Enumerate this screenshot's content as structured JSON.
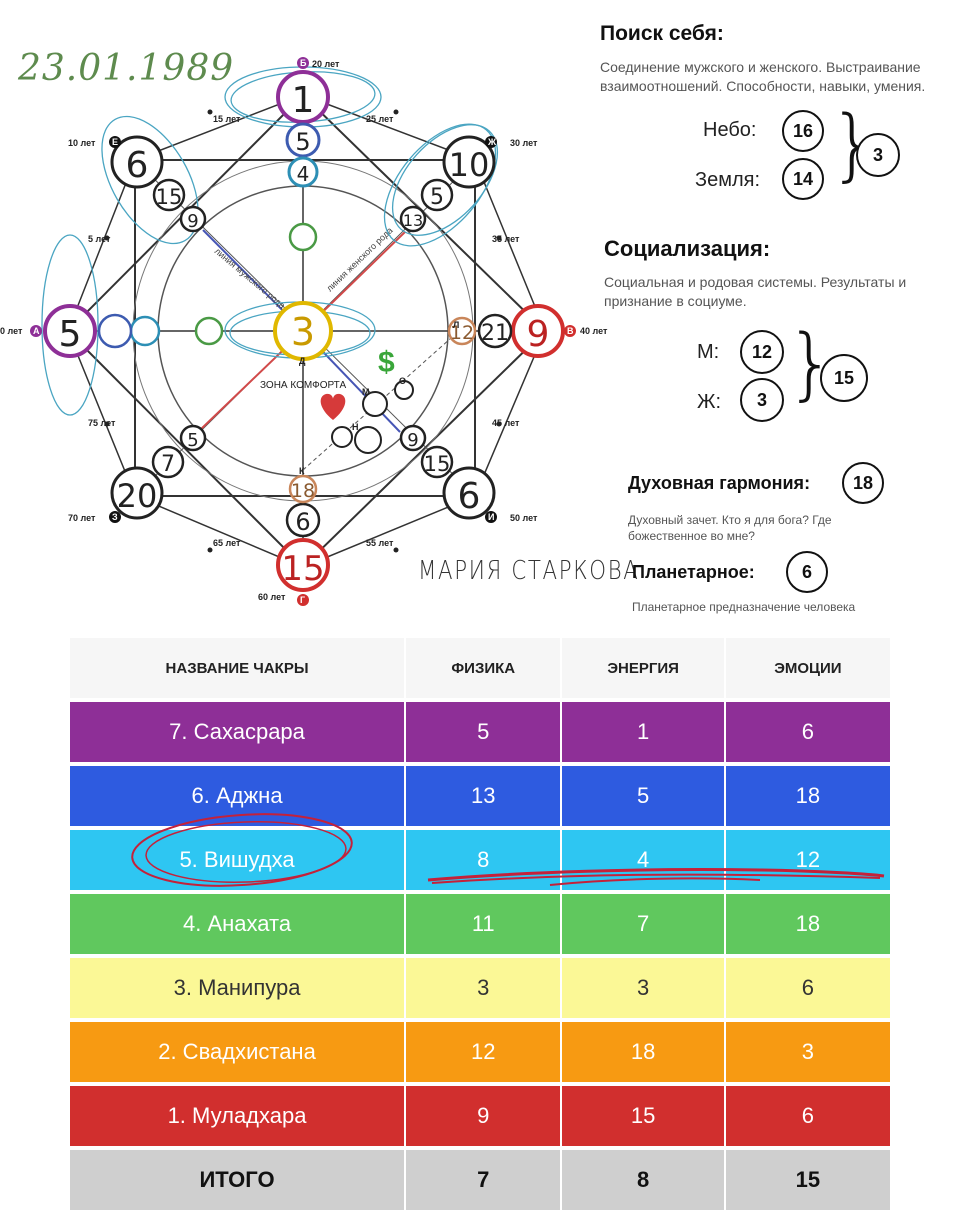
{
  "date": "23.01.1989",
  "signature": "МАРИЯ СТАРКОВА",
  "diagram": {
    "center": "3",
    "comfort_zone": "ЗОНА КОМФОРТА",
    "male_line": "линия мужского рода",
    "female_line": "линия женского рода",
    "dollar": "$",
    "nodes": {
      "top_outer": "1",
      "top_mid": "5",
      "top_inner": "4",
      "left_outer": "5",
      "right_outer": "9",
      "right_mid": "21",
      "right_inner": "12",
      "bottom_outer": "15",
      "bottom_mid": "6",
      "bottom_inner": "18",
      "tl_outer": "6",
      "tl_mid": "15",
      "tl_inner": "9",
      "tr_outer": "10",
      "tr_mid": "5",
      "tr_inner": "13",
      "bl_outer": "20",
      "bl_mid": "7",
      "bl_inner": "5",
      "br_outer": "6",
      "br_mid": "15",
      "br_inner": "9"
    },
    "age_labels": {
      "a20": "20 лет",
      "a10": "10 лет",
      "a30": "30 лет",
      "a15": "15 лет",
      "a25": "25 лет",
      "a5": "5 лет",
      "a35": "35 лет",
      "a0": "0 лет",
      "a40": "40 лет",
      "a75": "75 лет",
      "a45": "45 лет",
      "a70": "70 лет",
      "a50": "50 лет",
      "a65": "65 лет",
      "a55": "55 лет",
      "a60": "60 лет"
    },
    "letters": {
      "a": "А",
      "b": "Б",
      "v": "В",
      "g": "Г",
      "d": "Д",
      "e": "Е",
      "zh": "Ж",
      "z": "З",
      "i": "И",
      "k": "К",
      "l": "Л",
      "m": "М",
      "n": "Н",
      "o": "О"
    }
  },
  "self_search": {
    "title": "Поиск себя:",
    "text1": "Соединение мужского и женского. Выстраивание",
    "text2": "взаимоотношений. Способности, навыки, умения.",
    "sky_label": "Небо:",
    "sky_value": "16",
    "earth_label": "Земля:",
    "earth_value": "14",
    "sum": "3"
  },
  "socialization": {
    "title": "Социализация:",
    "text1": "Социальная и родовая системы. Результаты и",
    "text2": "признание в социуме.",
    "m_label": "М:",
    "m_value": "12",
    "zh_label": "Ж:",
    "zh_value": "3",
    "sum": "15"
  },
  "spiritual": {
    "title": "Духовная гармония:",
    "value": "18",
    "text1": "Духовный зачет. Кто я для бога? Где",
    "text2": "божественное во мне?"
  },
  "planetary": {
    "title": "Планетарное:",
    "value": "6",
    "text": "Планетарное предназначение человека"
  },
  "table": {
    "headers": [
      "НАЗВАНИЕ ЧАКРЫ",
      "ФИЗИКА",
      "ЭНЕРГИЯ",
      "ЭМОЦИИ"
    ],
    "rows": [
      {
        "name": "7. Сахасрара",
        "phys": "5",
        "energy": "1",
        "emo": "6",
        "color": "#8e2f97"
      },
      {
        "name": "6. Аджна",
        "phys": "13",
        "energy": "5",
        "emo": "18",
        "color": "#2e5be0"
      },
      {
        "name": "5. Вишудха",
        "phys": "8",
        "energy": "4",
        "emo": "12",
        "color": "#2ec6f2"
      },
      {
        "name": "4. Анахата",
        "phys": "11",
        "energy": "7",
        "emo": "18",
        "color": "#60c85e"
      },
      {
        "name": "3. Манипура",
        "phys": "3",
        "energy": "3",
        "emo": "6",
        "color": "#fbf896"
      },
      {
        "name": "2. Свадхистана",
        "phys": "12",
        "energy": "18",
        "emo": "3",
        "color": "#f79a12"
      },
      {
        "name": "1. Муладхара",
        "phys": "9",
        "energy": "15",
        "emo": "6",
        "color": "#d12f2e"
      }
    ],
    "total": {
      "name": "ИТОГО",
      "phys": "7",
      "energy": "8",
      "emo": "15"
    }
  }
}
